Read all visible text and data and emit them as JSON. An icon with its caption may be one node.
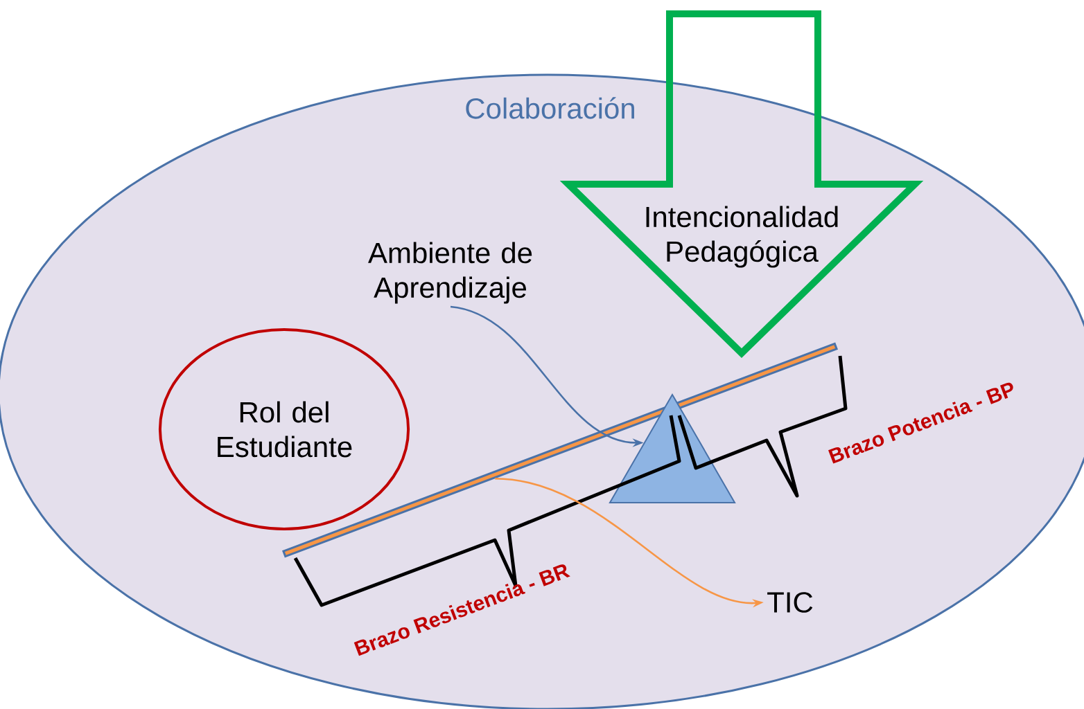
{
  "diagram": {
    "nodes": [
      {
        "text": [
          "Colaboración"
        ]
      },
      {
        "text": [
          "Intencionalidad Pedagógica"
        ]
      },
      {
        "text": [
          "Ambiente de Aprendizaje"
        ],
        "in": 0
      },
      {
        "text": [
          "Rol del Estudiante"
        ],
        "in": 0
      },
      {
        "text": [],
        "shape": "bar",
        "in": 0
      },
      {
        "text": [],
        "shape": "triangle",
        "in": 0
      },
      {
        "text": [
          "TIC"
        ],
        "in": 0
      }
    ],
    "edges": [
      {
        "from": 2,
        "to": 5,
        "arrow": "to",
        "color": "#4a72a8"
      },
      {
        "from": 4,
        "to": 6,
        "arrow": "to",
        "color": "#f79646"
      }
    ],
    "labels": [
      "Brazo Potencia  -  BP",
      "Brazo Resistencia - BR"
    ]
  }
}
